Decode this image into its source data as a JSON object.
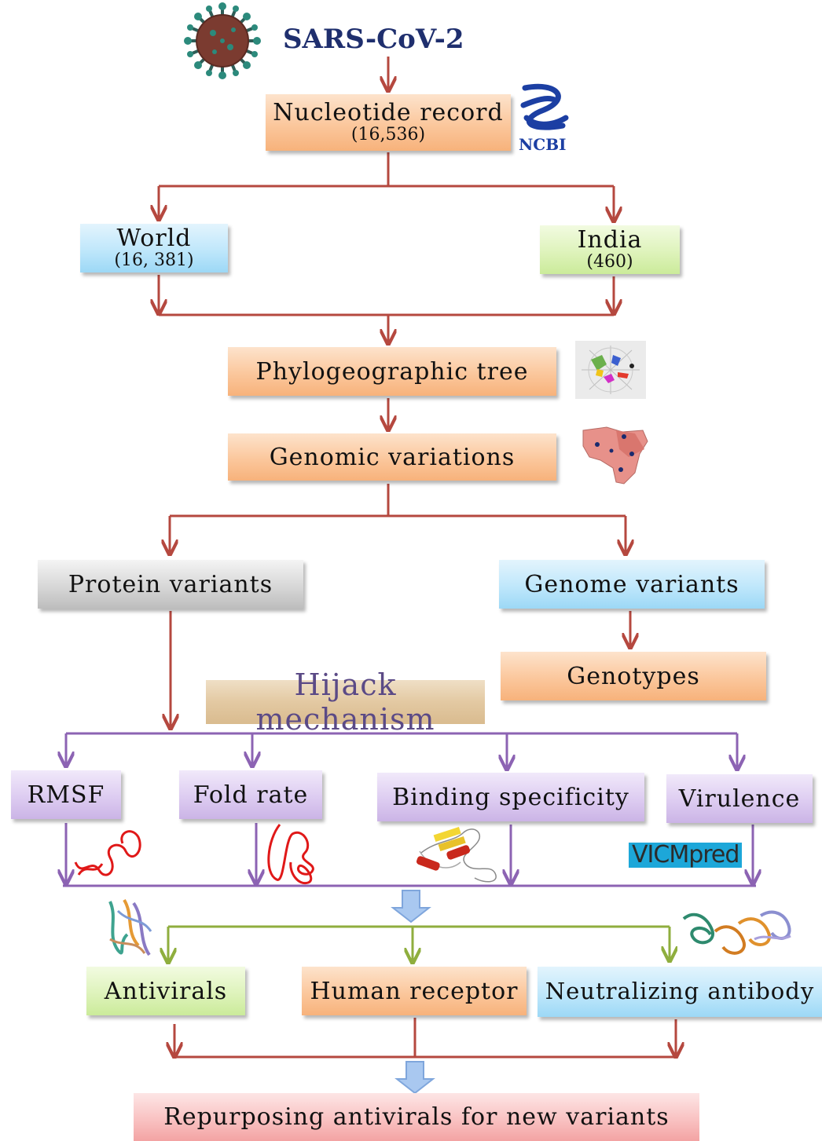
{
  "header": {
    "title": "SARS-CoV-2"
  },
  "logos": {
    "ncbi": "NCBI",
    "vicmpred": "VICMpred"
  },
  "nodes": {
    "nucleotide": {
      "label": "Nucleotide record",
      "count": "(16,536)"
    },
    "world": {
      "label": "World",
      "count": "(16, 381)"
    },
    "india": {
      "label": "India",
      "count": "(460)"
    },
    "phylo": {
      "label": "Phylogeographic  tree"
    },
    "genomic": {
      "label": "Genomic variations"
    },
    "protein": {
      "label": "Protein  variants"
    },
    "genome": {
      "label": "Genome variants"
    },
    "genotypes": {
      "label": "Genotypes"
    },
    "hijack": {
      "label": "Hijack mechanism"
    },
    "rmsf": {
      "label": "RMSF"
    },
    "fold": {
      "label": "Fold rate"
    },
    "binding": {
      "label": "Binding specificity"
    },
    "virulence": {
      "label": "Virulence"
    },
    "antivirals": {
      "label": "Antivirals"
    },
    "receptor": {
      "label": "Human receptor"
    },
    "antibody": {
      "label": "Neutralizing  antibody"
    },
    "repurposing": {
      "label": "Repurposing antivirals for new variants"
    }
  },
  "colors": {
    "red_connector": "#b5483f",
    "purple_connector": "#8c63b3",
    "green_connector": "#8fae3e",
    "blue_arrow": "#8fb6e8",
    "title": "#1f2f6e"
  }
}
